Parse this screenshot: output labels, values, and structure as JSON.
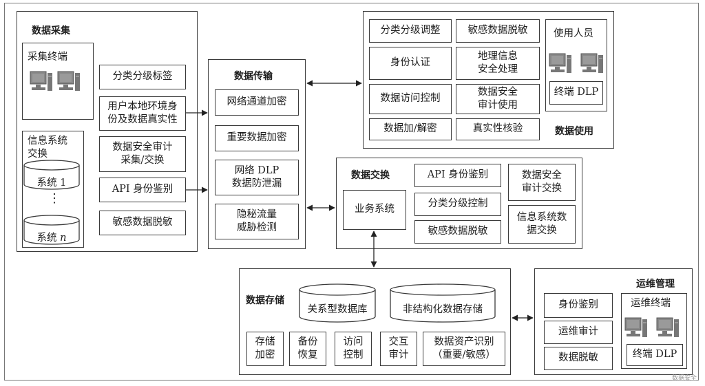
{
  "collect": {
    "title": "数据采集",
    "terminal": "采集终端",
    "info_exchange": "信息系统\n交换",
    "system1": "系统 1",
    "dots": "⋮",
    "system_n": "系统",
    "system_n_var": "n",
    "items": [
      "分类分级标签",
      "用户本地环境身\n份及数据真实性",
      "数据安全审计\n采集/交换",
      "API 身份鉴别",
      "敏感数据脱敏"
    ]
  },
  "transfer": {
    "title": "数据传输",
    "items": [
      "网络通道加密",
      "重要数据加密",
      "网络 DLP\n数据防泄漏",
      "隐秘流量\n威胁检测"
    ]
  },
  "usage": {
    "title": "数据使用",
    "grid": [
      "分类分级调整",
      "敏感数据脱敏",
      "身份认证",
      "地理信息\n安全处理",
      "数据访问控制",
      "数据安全\n审计使用",
      "数据加/解密",
      "真实性核验"
    ],
    "users": "使用人员",
    "dlp": "终端 DLP"
  },
  "exchange": {
    "title": "数据交换",
    "business": "业务系统",
    "items": [
      "API 身份鉴别",
      "分类分级控制",
      "敏感数据脱敏"
    ],
    "audit": "数据安全\n审计交换",
    "info": "信息系统数\n据交换"
  },
  "storage": {
    "title": "数据存储",
    "db": "关系型数据库",
    "unstructured": "非结构化数据存储",
    "items": [
      "存储\n加密",
      "备份\n恢复",
      "访问\n控制",
      "交互\n审计",
      "数据资产识别\n（重要/敏感）"
    ]
  },
  "ops": {
    "title": "运维管理",
    "items": [
      "身份鉴别",
      "运维审计",
      "数据脱敏"
    ],
    "terminal": "运维终端",
    "dlp": "终端 DLP"
  },
  "watermark": "数据安全"
}
